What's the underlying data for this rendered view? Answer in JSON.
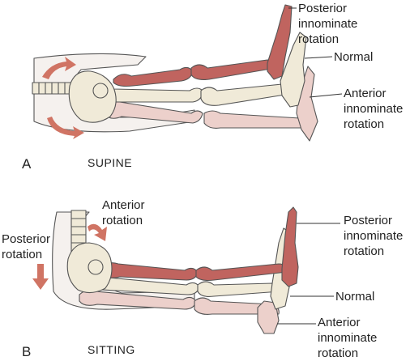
{
  "colors": {
    "posterior": "#c0645f",
    "normal": "#f0ead8",
    "anterior": "#ecd0cb",
    "skin": "#f5f1ee",
    "arrow": "#d07464",
    "outline": "#555555"
  },
  "panelA": {
    "letter": "A",
    "caption": "SUPINE",
    "label_posterior": [
      "Posterior",
      "innominate",
      "rotation"
    ],
    "label_normal": "Normal",
    "label_anterior": [
      "Anterior",
      "innominate",
      "rotation"
    ]
  },
  "panelB": {
    "letter": "B",
    "caption": "SITTING",
    "arrow_anterior": [
      "Anterior",
      "rotation"
    ],
    "arrow_posterior": [
      "Posterior",
      "rotation"
    ],
    "label_posterior": [
      "Posterior",
      "innominate",
      "rotation"
    ],
    "label_normal": "Normal",
    "label_anterior": [
      "Anterior",
      "innominate",
      "rotation"
    ]
  }
}
